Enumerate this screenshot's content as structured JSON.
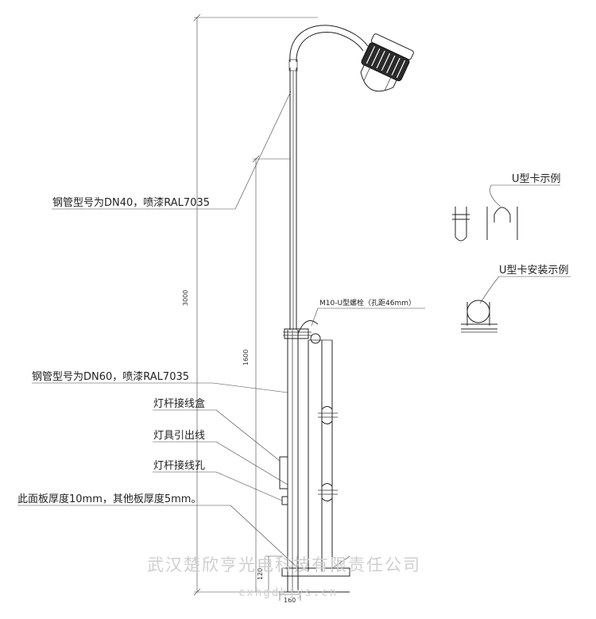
{
  "labels": {
    "pipe_dn40": "钢管型号为DN40，喷漆RAL7035",
    "pipe_dn60": "钢管型号为DN60，喷漆RAL7035",
    "junction_box": "灯杆接线盒",
    "lamp_lead": "灯具引出线",
    "wiring_hole": "灯杆接线孔",
    "plate_thickness": "此面板厚度10mm，其他板厚度5mm。",
    "u_bolt": "M10-U型螺栓（孔距46mm）",
    "u_clamp_example": "U型卡示例",
    "u_clamp_install": "U型卡安装示例"
  },
  "dimensions": {
    "total_height": "3000",
    "lower_height": "1600",
    "base_height": "120",
    "base_width": "160"
  },
  "watermark": {
    "company": "武汉楚欣亨光电科技有限责任公司",
    "url": "cxhgdkjys.cn"
  }
}
